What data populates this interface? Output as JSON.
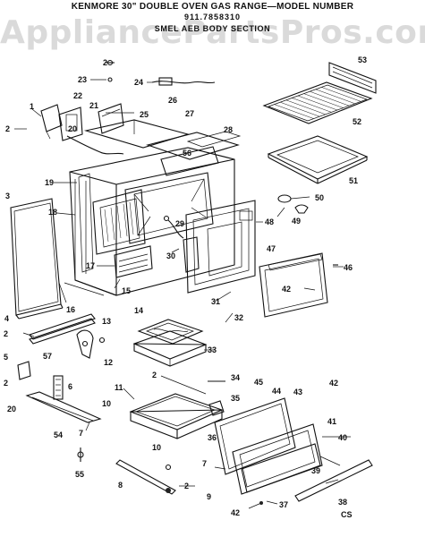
{
  "header": {
    "line1": "KENMORE 30\" DOUBLE OVEN GAS RANGE—MODEL NUMBER",
    "line2": "911.7858310",
    "line3": "SMEL  AEB BODY SECTION"
  },
  "watermark": "AppliancePartsPros.com",
  "footer_code": "CS",
  "callouts": {
    "c1": "1",
    "c2a": "2",
    "c2b": "2",
    "c2c": "2",
    "c2d": "2",
    "c2e": "2",
    "c3": "3",
    "c4": "4",
    "c5": "5",
    "c6": "6",
    "c7a": "7",
    "c7b": "7",
    "c8": "8",
    "c9": "9",
    "c10a": "10",
    "c10b": "10",
    "c11": "11",
    "c12": "12",
    "c13": "13",
    "c14": "14",
    "c15": "15",
    "c16": "16",
    "c17": "17",
    "c18": "18",
    "c19": "19",
    "c20": "20",
    "c21": "21",
    "c22": "22",
    "c23": "23",
    "c24": "24",
    "c25": "25",
    "c26": "26",
    "c27": "27",
    "c28": "28",
    "c29": "29",
    "c30": "30",
    "c31": "31",
    "c32": "32",
    "c33": "33",
    "c34": "34",
    "c35": "35",
    "c36": "36",
    "c37": "37",
    "c38": "38",
    "c39": "39",
    "c40": "40",
    "c41": "41",
    "c42a": "42",
    "c42b": "42",
    "c42c": "42",
    "c43": "43",
    "c44": "44",
    "c45": "45",
    "c46": "46",
    "c47": "47",
    "c48": "48",
    "c49": "49",
    "c50": "50",
    "c51": "51",
    "c52": "52",
    "c53": "53",
    "c54": "54",
    "c55": "55",
    "c56": "56",
    "c57": "57"
  }
}
